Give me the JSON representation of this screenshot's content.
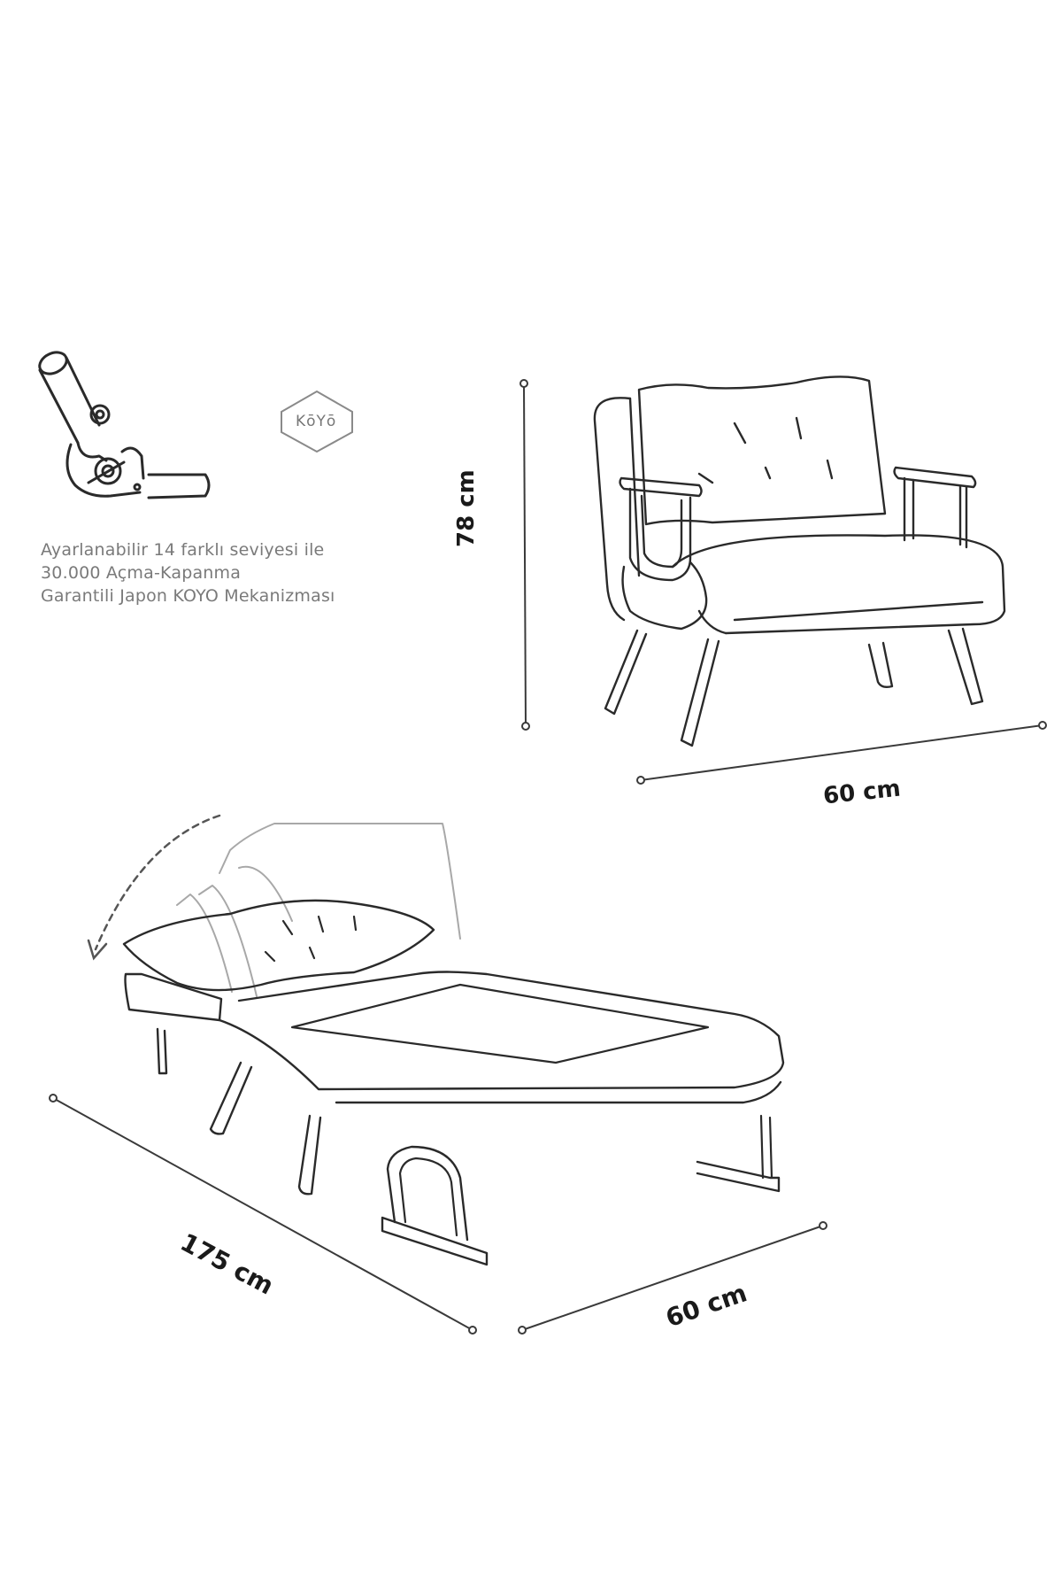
{
  "caption": {
    "line1": "Ayarlanabilir 14 farklı seviyesi ile",
    "line2": "30.000 Açma-Kapanma",
    "line3": "Garantili Japon KOYO Mekanizması"
  },
  "brand": {
    "text": "KōYō"
  },
  "dimensions": {
    "chair_height": "78 cm",
    "chair_width": "60 cm",
    "bed_length": "175 cm",
    "bed_width": "60 cm"
  },
  "colors": {
    "line": "#2a2a2a",
    "soft_line": "#9a9a9a",
    "caption": "#7a7a7a"
  }
}
